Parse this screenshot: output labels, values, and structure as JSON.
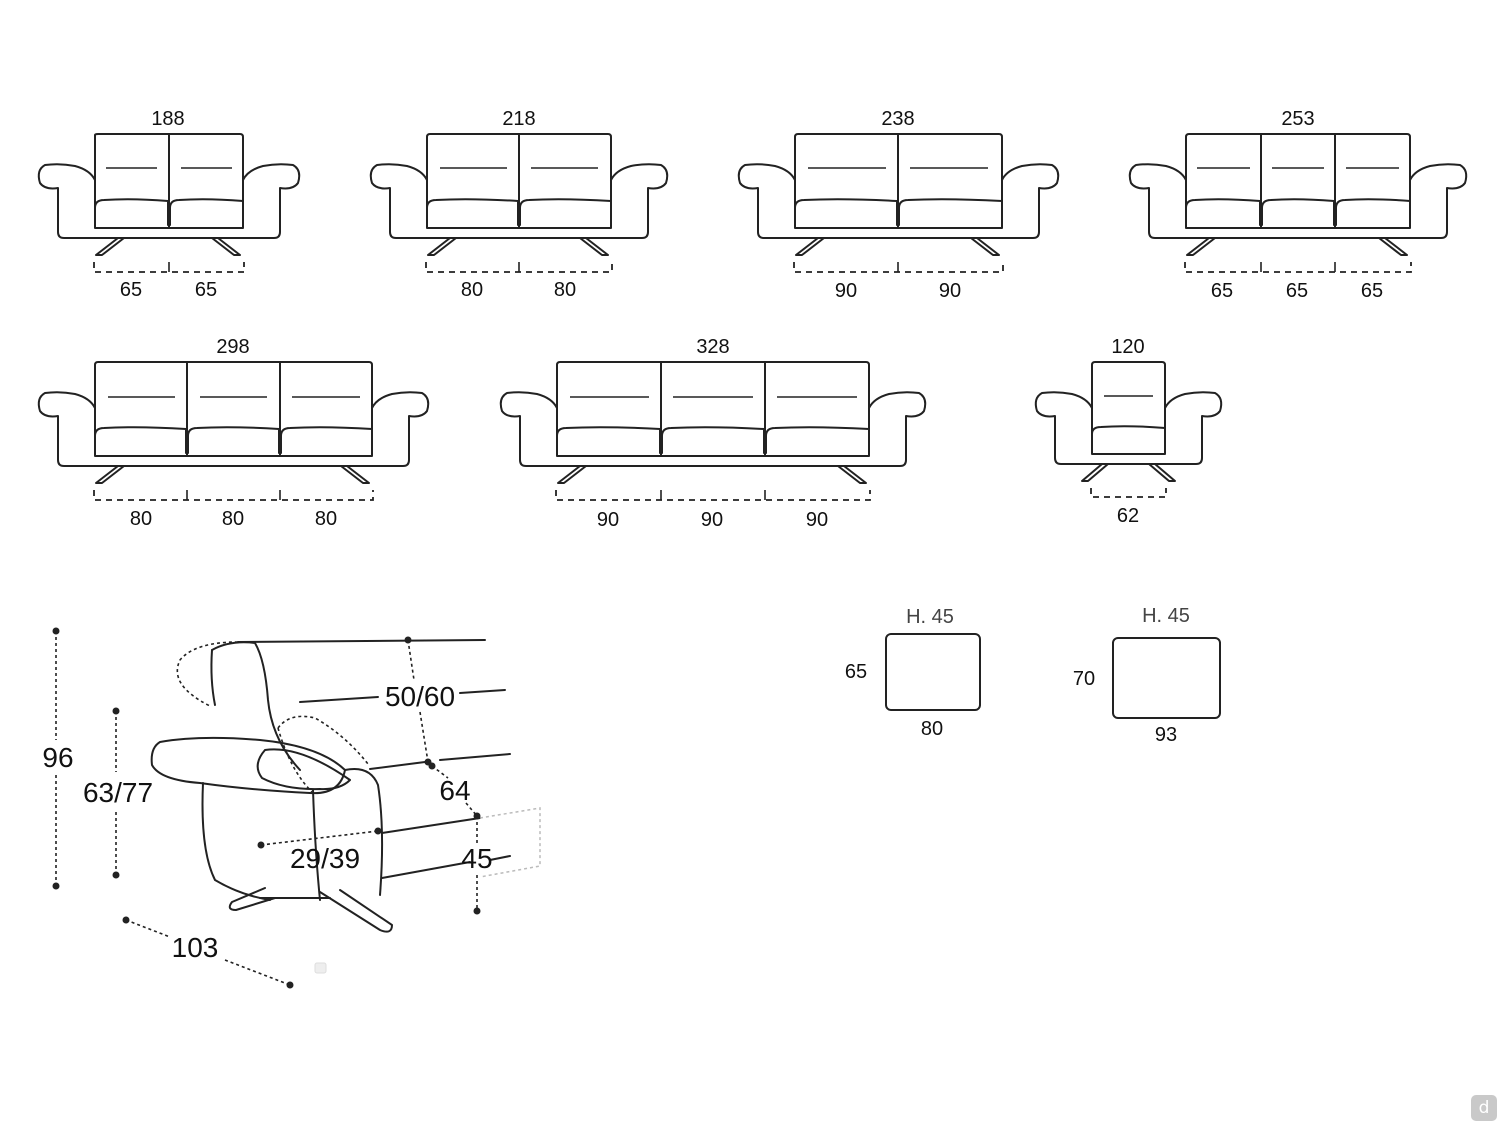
{
  "sofas": [
    {
      "width": "188",
      "seats": [
        "65",
        "65"
      ]
    },
    {
      "width": "218",
      "seats": [
        "80",
        "80"
      ]
    },
    {
      "width": "238",
      "seats": [
        "90",
        "90"
      ]
    },
    {
      "width": "253",
      "seats": [
        "65",
        "65",
        "65"
      ]
    },
    {
      "width": "298",
      "seats": [
        "80",
        "80",
        "80"
      ]
    },
    {
      "width": "328",
      "seats": [
        "90",
        "90",
        "90"
      ]
    },
    {
      "width": "120",
      "seats": [
        "62"
      ]
    }
  ],
  "profile": {
    "total_height": "96",
    "arm_height": "63/77",
    "seat_depth": "50/60",
    "depth_64": "64",
    "cushion_depth": "29/39",
    "seat_height": "45",
    "total_depth": "103"
  },
  "ottomans": [
    {
      "height_label": "H. 45",
      "depth": "65",
      "width": "80"
    },
    {
      "height_label": "H. 45",
      "depth": "70",
      "width": "93"
    }
  ],
  "brand_mark": "d"
}
